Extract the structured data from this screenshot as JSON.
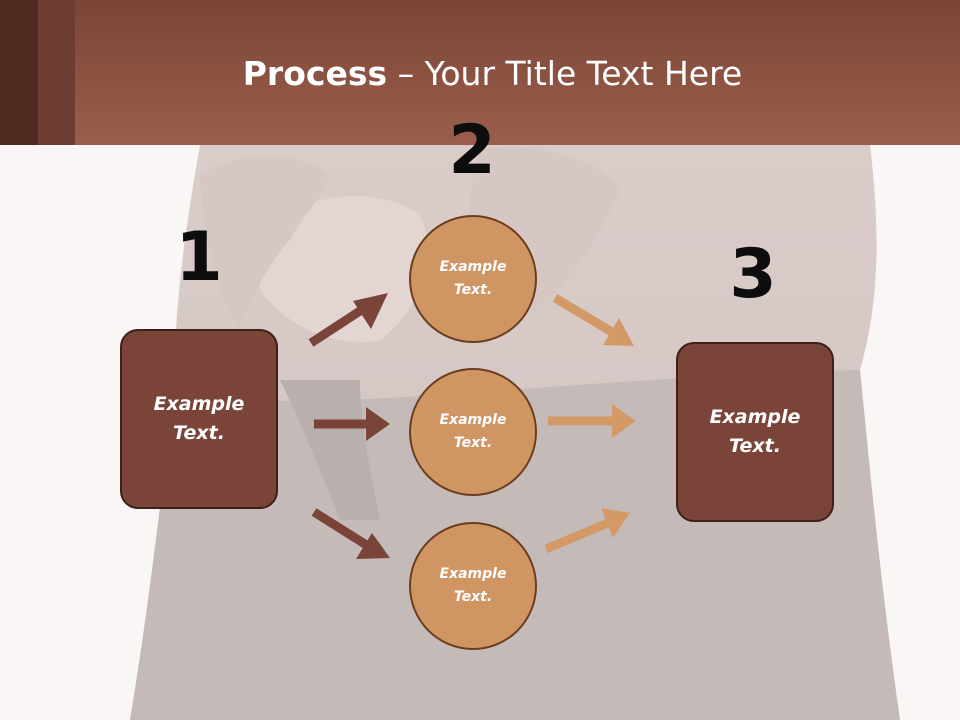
{
  "title": {
    "bold": "Process",
    "rest": " – Your Title Text Here"
  },
  "numbers": {
    "one": "1",
    "two": "2",
    "three": "3"
  },
  "left_box": {
    "text": "Example Text."
  },
  "right_box": {
    "text": "Example Text."
  },
  "circles": [
    {
      "text": "Example Text."
    },
    {
      "text": "Example Text."
    },
    {
      "text": "Example Text."
    }
  ],
  "colors": {
    "header": "#9b5e4c",
    "box_fill": "#7a4538",
    "circle_fill": "#cf9664",
    "arrow_dark": "#7a4538",
    "arrow_light": "#d39a67"
  }
}
